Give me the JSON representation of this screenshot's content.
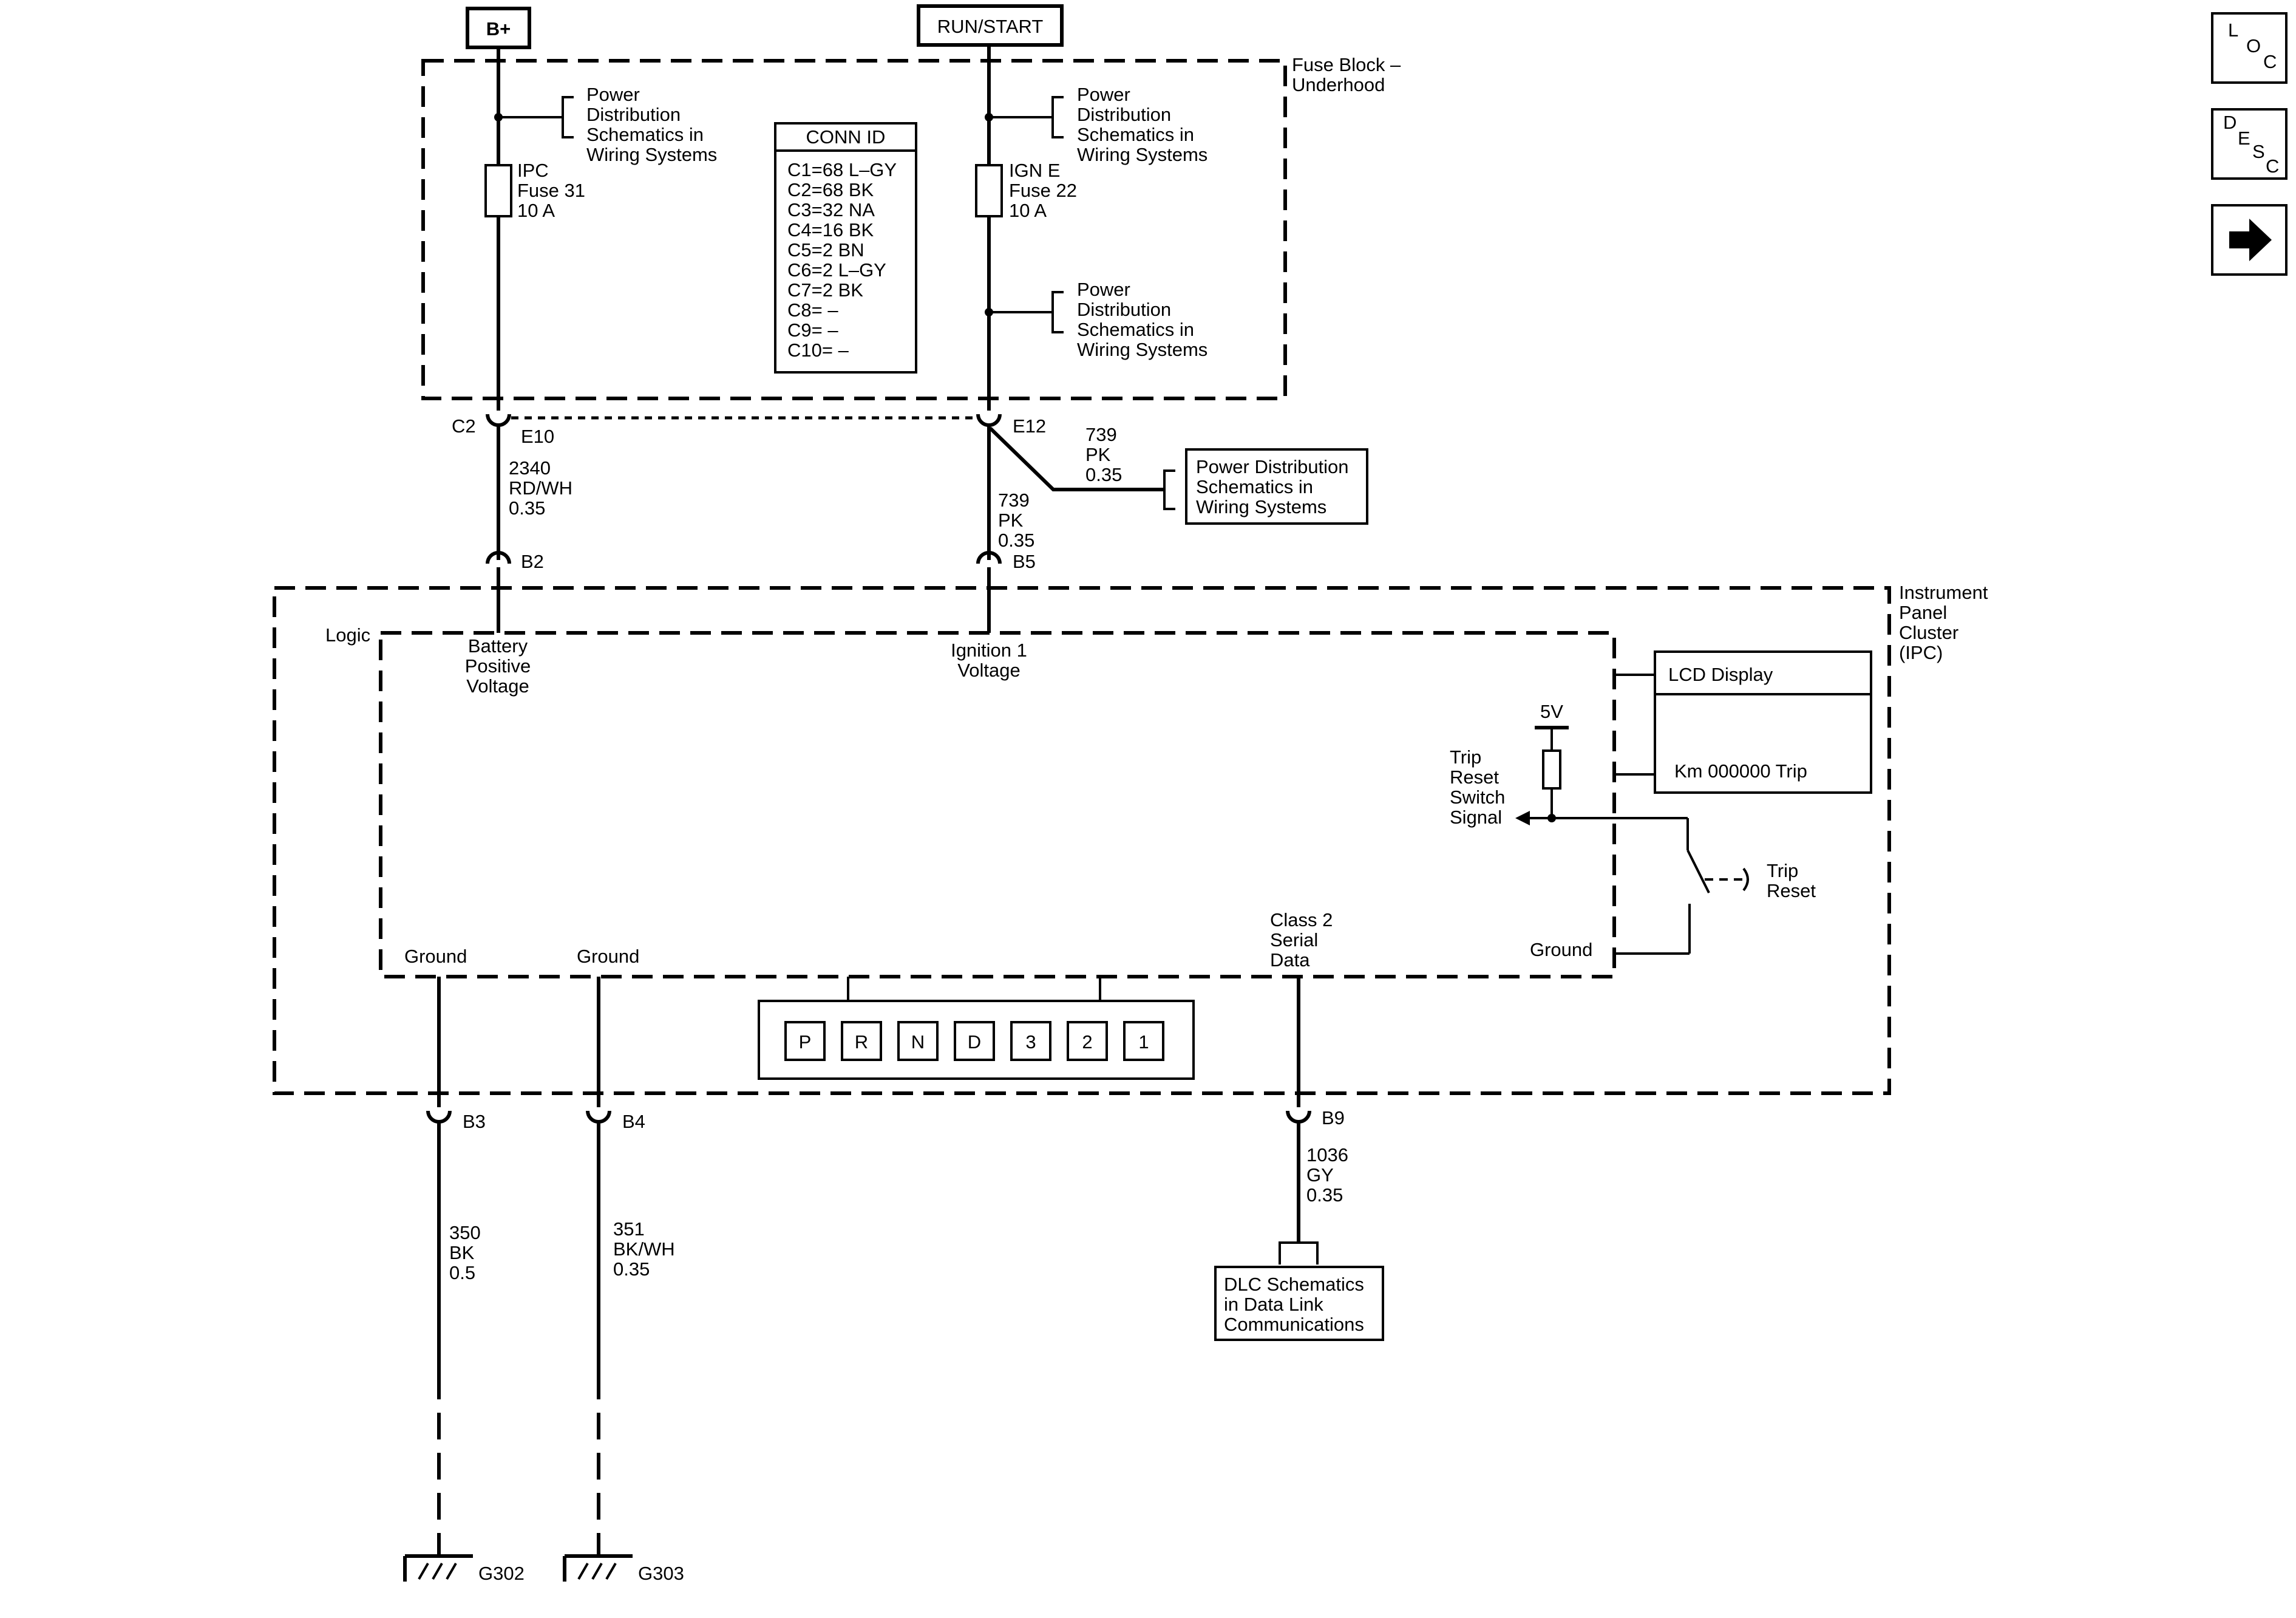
{
  "power_sources": {
    "bplus": "B+",
    "runstart": "RUN/START"
  },
  "fuse_block": {
    "title_l1": "Fuse Block –",
    "title_l2": "Underhood",
    "pd_ref": [
      "Power",
      "Distribution",
      "Schematics in",
      "Wiring Systems"
    ],
    "fuse_ipc": [
      "IPC",
      "Fuse 31",
      "10 A"
    ],
    "fuse_ign": [
      "IGN E",
      "Fuse 22",
      "10 A"
    ]
  },
  "conn_id": {
    "title": "CONN ID",
    "rows": [
      "C1=68 L–GY",
      "C2=68 BK",
      "C3=32 NA",
      "C4=16 BK",
      "C5=2 BN",
      "C6=2 L–GY",
      "C7=2 BK",
      "C8= –",
      "C9= –",
      "C10= –"
    ]
  },
  "connectors": {
    "c2": "C2",
    "e10": "E10",
    "e12": "E12",
    "b2": "B2",
    "b5": "B5",
    "b3": "B3",
    "b4": "B4",
    "b9": "B9"
  },
  "wires": {
    "w2340": [
      "2340",
      "RD/WH",
      "0.35"
    ],
    "w739_branch": [
      "739",
      "PK",
      "0.35"
    ],
    "w739": [
      "739",
      "PK",
      "0.35"
    ],
    "w350": [
      "350",
      "BK",
      "0.5"
    ],
    "w351": [
      "351",
      "BK/WH",
      "0.35"
    ],
    "w1036": [
      "1036",
      "GY",
      "0.35"
    ]
  },
  "pd_box": [
    "Power Distribution",
    "Schematics in",
    "Wiring Systems"
  ],
  "ipc": {
    "title": [
      "Instrument",
      "Panel",
      "Cluster",
      "(IPC)"
    ],
    "logic": "Logic",
    "battery_label": [
      "Battery",
      "Positive",
      "Voltage"
    ],
    "ignition_label": [
      "Ignition 1",
      "Voltage"
    ],
    "ground1": "Ground",
    "ground2": "Ground",
    "ground3": "Ground",
    "class2": [
      "Class 2",
      "Serial",
      "Data"
    ],
    "lcd_title": "LCD Display",
    "lcd_value": "Km 000000 Trip",
    "v5": "5V",
    "trip_signal": [
      "Trip",
      "Reset",
      "Switch",
      "Signal"
    ],
    "trip_reset": [
      "Trip",
      "Reset"
    ],
    "prndl": [
      "P",
      "R",
      "N",
      "D",
      "3",
      "2",
      "1"
    ]
  },
  "dlc_box": [
    "DLC Schematics",
    "in Data Link",
    "Communications"
  ],
  "grounds": {
    "g302": "G302",
    "g303": "G303"
  },
  "nav": {
    "loc": [
      "L",
      "O",
      "C"
    ],
    "desc": [
      "D",
      "E",
      "S",
      "C"
    ],
    "next_icon": "arrow-right-icon"
  }
}
